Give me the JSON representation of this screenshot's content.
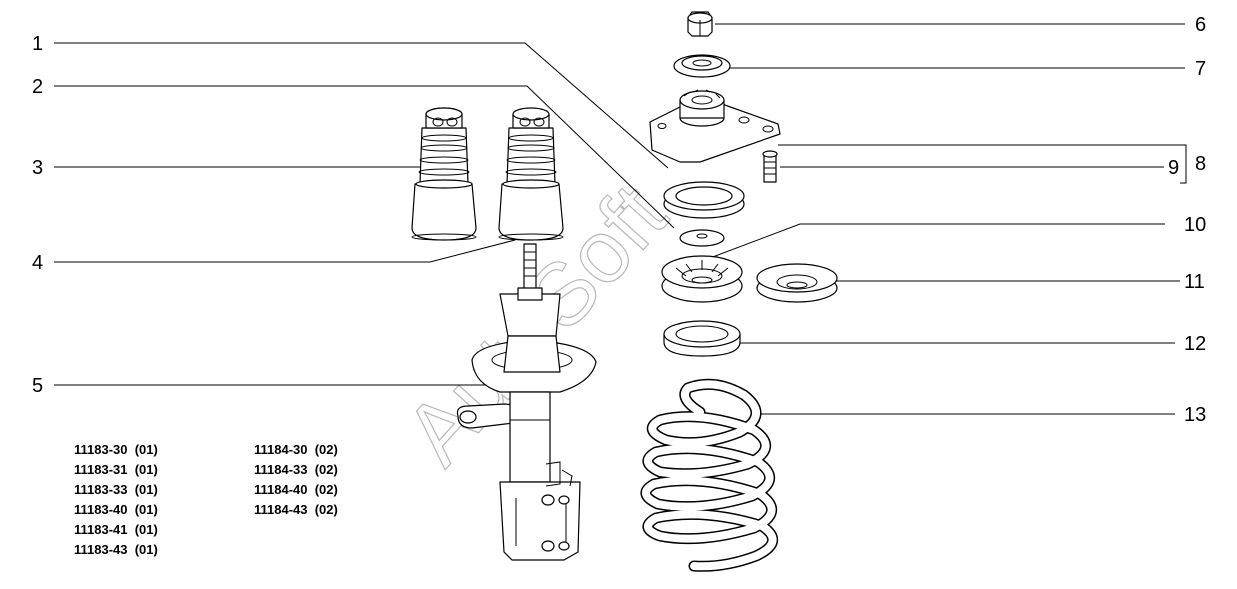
{
  "callouts": {
    "c1": "1",
    "c2": "2",
    "c3": "3",
    "c4": "4",
    "c5": "5",
    "c6": "6",
    "c7": "7",
    "c8": "8",
    "c9": "9",
    "c10": "10",
    "c11": "11",
    "c12": "12",
    "c13": "13"
  },
  "watermark": "AutoSoft",
  "applicability": {
    "col1": [
      "11183-30  (01)",
      "11183-31  (01)",
      "11183-33  (01)",
      "11183-40  (01)",
      "11183-41  (01)",
      "11183-43  (01)"
    ],
    "col2": [
      "11184-30  (02)",
      "11184-33  (02)",
      "11184-40  (02)",
      "11184-43  (02)"
    ]
  }
}
